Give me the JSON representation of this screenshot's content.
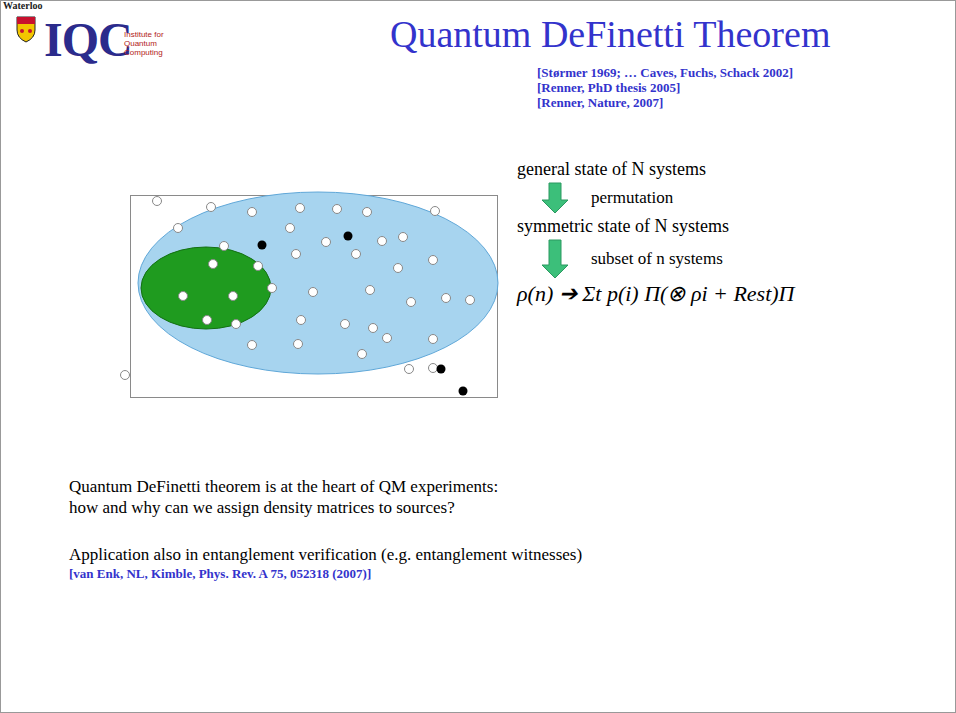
{
  "diagram": {
    "title": "Quantum DeFinetti Theorem",
    "nodes": [
      {
        "text": [
          "general state of N systems"
        ]
      },
      {
        "text": [
          "symmetric state of N systems"
        ]
      },
      {
        "text": [
          "ρ(n) ➔ Σt p(i) Π(⊗ ρi + Rest)Π"
        ]
      }
    ],
    "edges": [
      {
        "from": 0,
        "to": 1,
        "label": "permutation",
        "arrow": "to"
      },
      {
        "from": 1,
        "to": 2,
        "label": "subset of n systems",
        "arrow": "to"
      }
    ],
    "labels": [
      "Waterloo",
      "IQC",
      "Institute for Quantum Computing",
      "[Størmer 1969; … Caves, Fuchs, Schack 2002]",
      "[Renner, PhD thesis 2005]",
      "[Renner, Nature, 2007]",
      "Quantum DeFinetti theorem is at the heart of QM experiments: how and why can we assign density matrices to sources?",
      "Application also in entanglement verification (e.g. entanglement witnesses)",
      "[van Enk, NL, Kimble, Phys. Rev. A 75, 052318 (2007)]"
    ]
  }
}
